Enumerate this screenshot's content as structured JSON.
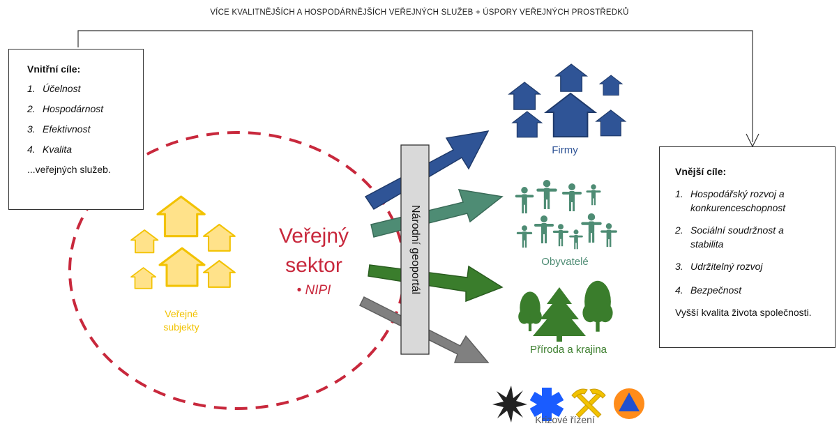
{
  "banner": "VÍCE KVALITNĚJŠÍCH  A HOSPODÁRNĚJŠÍCH  VEŘEJNÝCH  SLUŽEB + ÚSPORY VEŘEJNÝCH  PROSTŘEDKŮ",
  "internal_goals": {
    "title": "Vnitřní cíle:",
    "items": [
      {
        "num": "1.",
        "label": "Účelnost"
      },
      {
        "num": "2.",
        "label": "Hospodárnost"
      },
      {
        "num": "3.",
        "label": "Efektivnost"
      },
      {
        "num": "4.",
        "label": "Kvalita"
      }
    ],
    "footer": "...veřejných služeb."
  },
  "external_goals": {
    "title": "Vnější cíle:",
    "items": [
      {
        "num": "1.",
        "label": "Hospodářský rozvoj a konkurenceschopnost"
      },
      {
        "num": "2.",
        "label": "Sociální soudržnost a stabilita"
      },
      {
        "num": "3.",
        "label": "Udržitelný rozvoj"
      },
      {
        "num": "4.",
        "label": "Bezpečnost"
      }
    ],
    "footer": "Vyšší kvalita života společnosti."
  },
  "public_sector": {
    "line1": "Veřejný",
    "line2": "sektor",
    "bullet": "• NIPI"
  },
  "public_subjects": {
    "line1": "Veřejné",
    "line2": "subjekty"
  },
  "geoportal": "Národní geoportál",
  "targets": {
    "firms": "Firmy",
    "residents": "Obyvatelé",
    "nature": "Příroda a krajina",
    "crisis": "Krizové řízení"
  },
  "colors": {
    "red": "#c8283c",
    "firms": "#2f5496",
    "residents": "#4e8c74",
    "nature": "#3a7d2c",
    "crisis": "#808080",
    "subjects": "#f2c200",
    "subjects_fill": "#ffe28a"
  }
}
